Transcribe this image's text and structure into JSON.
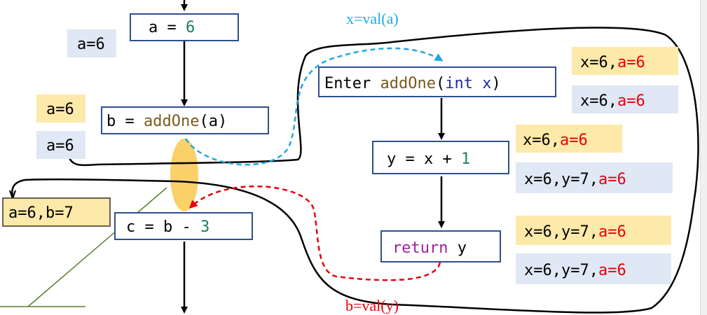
{
  "colors": {
    "box_border": "#2f4f8f",
    "keyword_purple": "#a020a0",
    "keyword_blue": "#1f2c9c",
    "func_brown": "#7a5a1e",
    "number_green": "#1a7f5a",
    "red": "#e8000b",
    "blue_arrow": "#1fa9e0",
    "blue_text": "#1fa9e0",
    "label_yellow": "#fde9a9",
    "label_blue": "#dfe8f4",
    "ellipse": "#f9c94e",
    "green_line": "#5a7f2a"
  },
  "statements": {
    "s1": {
      "a": "a = ",
      "b": "6"
    },
    "s2": {
      "a": "b = ",
      "b": "addOne",
      "c": "(a)"
    },
    "s3": {
      "a": "c = b - ",
      "b": "3"
    },
    "s4": {
      "a": "Enter ",
      "b": "addOne",
      "c": "(",
      "d": "int",
      "e": " x",
      "f": ")"
    },
    "s5": {
      "a": "y = x + ",
      "b": "1"
    },
    "s6": {
      "a": "return",
      "b": " y"
    }
  },
  "labels": {
    "l1": "a=6",
    "l2": "a=6",
    "l3": "a=6",
    "l4": "a=6,b=7",
    "r1": {
      "a": "x=6,",
      "b": "a=6"
    },
    "r2": {
      "a": "x=6,",
      "b": "a=6"
    },
    "r3": {
      "a": "x=6,",
      "b": "a=6"
    },
    "r4": {
      "a": "x=6,y=7,",
      "b": "a=6"
    },
    "r5": {
      "a": "x=6,y=7,",
      "b": "a=6"
    },
    "r6": {
      "a": "x=6,y=7,",
      "b": "a=6"
    }
  },
  "edges": {
    "call": "x=val(a)",
    "return": "b=val(y)"
  }
}
